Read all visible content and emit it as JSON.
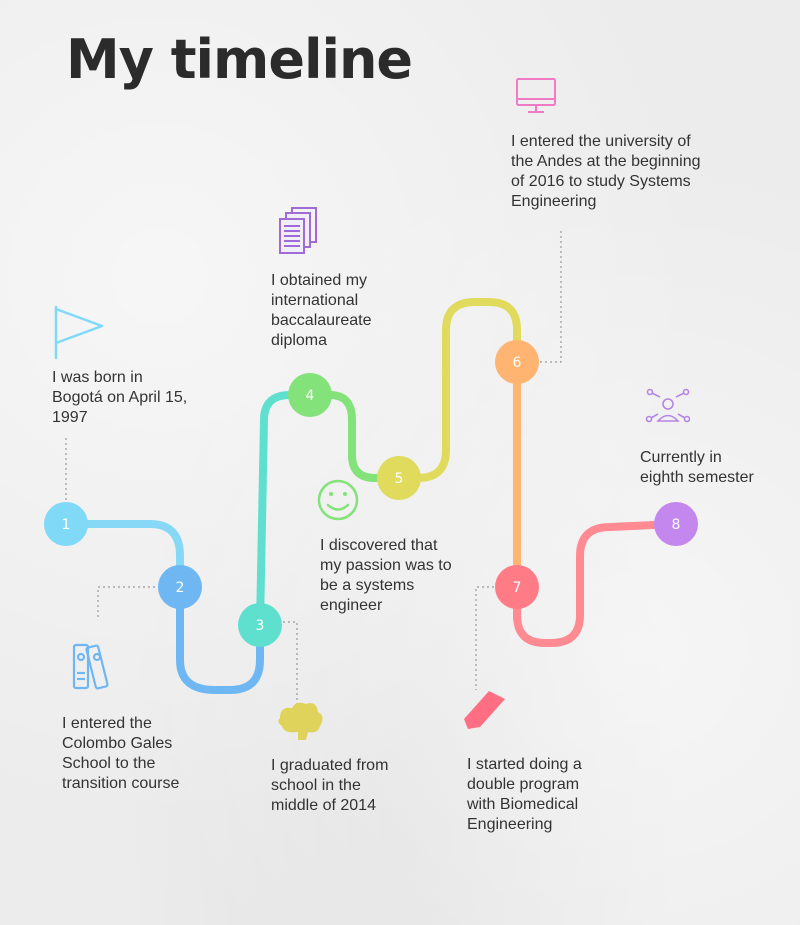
{
  "title": "My timeline",
  "milestones": [
    {
      "number": "1",
      "color": "#7fd9f7",
      "icon": "flag-icon",
      "text": "I was born in\nBogotá on April 15,\n1997"
    },
    {
      "number": "2",
      "color": "#6fb7f3",
      "icon": "binders-icon",
      "text": "I entered the\nColombo Gales\nSchool to the\ntransition course"
    },
    {
      "number": "3",
      "color": "#5fe0cf",
      "icon": "brain-icon",
      "text": "I graduated from\nschool in the\nmiddle of 2014"
    },
    {
      "number": "4",
      "color": "#83e27a",
      "icon": "documents-icon",
      "text": "I obtained my\ninternational\nbaccalaureate\ndiploma"
    },
    {
      "number": "5",
      "color": "#e0db5c",
      "icon": "smiley-icon",
      "text": "I discovered that\nmy passion was to\nbe a systems\nengineer"
    },
    {
      "number": "6",
      "color": "#ffb472",
      "icon": "monitor-icon",
      "text": "I entered the university of\nthe Andes at the beginning\nof 2016 to study Systems\nEngineering"
    },
    {
      "number": "7",
      "color": "#ff7c86",
      "icon": "pencil-icon",
      "text": "I started doing a\ndouble program\nwith Biomedical\nEngineering"
    },
    {
      "number": "8",
      "color": "#c487ee",
      "icon": "network-person-icon",
      "text": "Currently in\neighth semester"
    }
  ]
}
